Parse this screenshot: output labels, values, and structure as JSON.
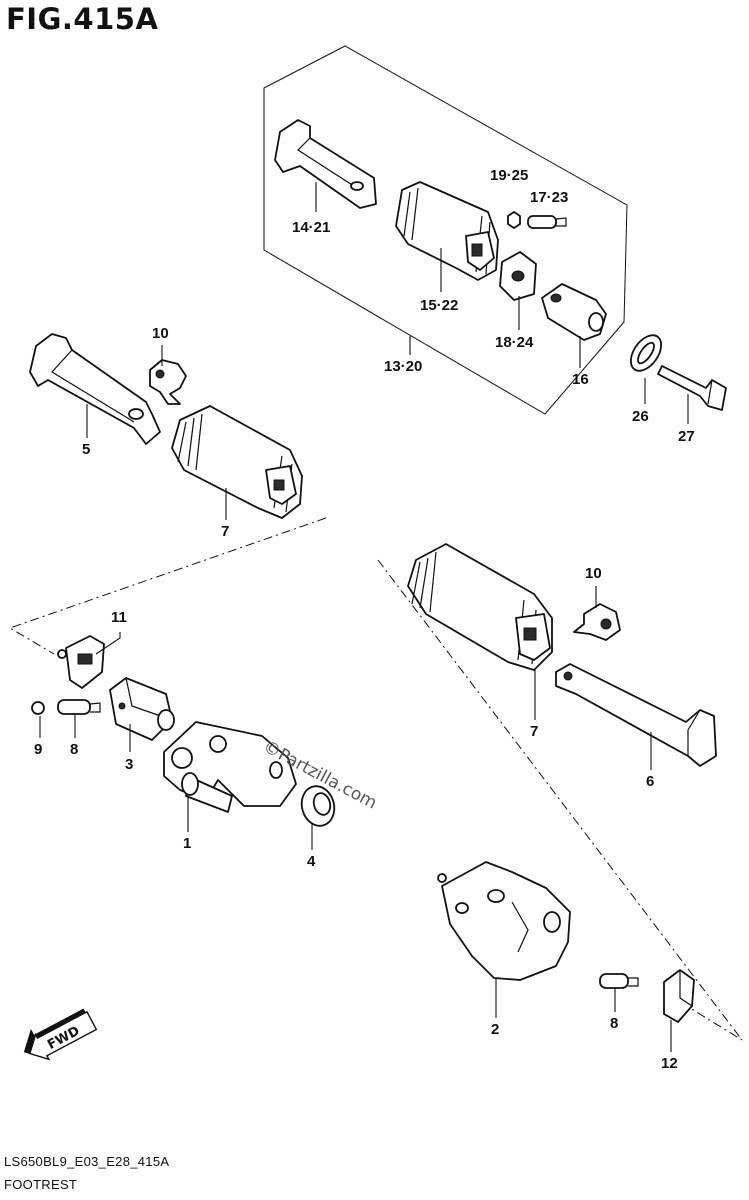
{
  "figure": {
    "title": "FIG.415A",
    "code": "LS650BL9_E03_E28_415A",
    "caption": "FOOTREST",
    "watermark": "©Partzilla.com",
    "fwd_label": "FWD"
  },
  "callouts": {
    "c1": "1",
    "c2": "2",
    "c3": "3",
    "c4": "4",
    "c5": "5",
    "c6": "6",
    "c7a": "7",
    "c7b": "7",
    "c8a": "8",
    "c8b": "8",
    "c9": "9",
    "c10a": "10",
    "c10b": "10",
    "c11": "11",
    "c12": "12",
    "c13_20": "13·20",
    "c14_21": "14·21",
    "c15_22": "15·22",
    "c16": "16",
    "c17_23": "17·23",
    "c18_24": "18·24",
    "c19_25": "19·25",
    "c26": "26",
    "c27": "27"
  }
}
